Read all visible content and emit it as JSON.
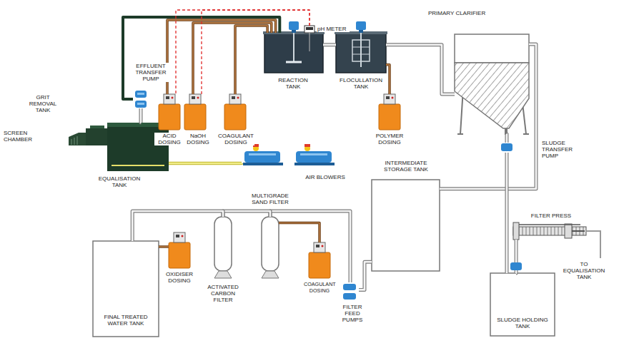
{
  "diagram": {
    "nodes": [
      {
        "text": [
          "SCREEN CHAMBER"
        ]
      },
      {
        "text": [
          "GRIT REMOVAL TANK"
        ]
      },
      {
        "text": [
          "EQUALISATION TANK"
        ]
      },
      {
        "text": [
          "EFFLUENT TRANSFER PUMP"
        ]
      },
      {
        "text": [
          "ACID DOSING"
        ]
      },
      {
        "text": [
          "NaOH DOSING"
        ]
      },
      {
        "text": [
          "COAGULANT DOSING"
        ]
      },
      {
        "text": [
          "REACTION TANK"
        ]
      },
      {
        "text": [
          "pH METER"
        ]
      },
      {
        "text": [
          "FLOCULLATION TANK"
        ]
      },
      {
        "text": [
          "POLYMER DOSING"
        ]
      },
      {
        "text": [
          "PRIMARY CLARIFIER"
        ]
      },
      {
        "text": [
          "AIR BLOWERS"
        ]
      },
      {
        "text": [
          "SLUDGE TRANSFER PUMP"
        ]
      },
      {
        "text": [
          "INTERMEDIATE STORAGE TANK"
        ]
      },
      {
        "text": [
          "FILTER PRESS"
        ]
      },
      {
        "text": [
          "SLUDGE HOLDING TANK"
        ]
      },
      {
        "text": [
          "MULTIGRADE SAND FILTER"
        ]
      },
      {
        "text": [
          "OXIDISER DOSING"
        ]
      },
      {
        "text": [
          "ACTIVATED CARBON FILTER"
        ]
      },
      {
        "text": [
          "COAGULANT DOSING"
        ]
      },
      {
        "text": [
          "FILTER FEED PUMPS"
        ]
      },
      {
        "text": [
          "FINAL TREATED WATER TANK"
        ]
      }
    ],
    "edges": [
      {
        "from": 2,
        "to": 3,
        "arrow": "none"
      },
      {
        "from": 3,
        "to": 7,
        "arrow": "none"
      },
      {
        "from": 4,
        "to": 7,
        "arrow": "none"
      },
      {
        "from": 5,
        "to": 7,
        "arrow": "none"
      },
      {
        "from": 6,
        "to": 7,
        "arrow": "none"
      },
      {
        "from": 8,
        "to": 4,
        "arrow": "none"
      },
      {
        "from": 8,
        "to": 5,
        "arrow": "none"
      },
      {
        "from": 7,
        "to": 9,
        "arrow": "none"
      },
      {
        "from": 10,
        "to": 9,
        "arrow": "none"
      },
      {
        "from": 9,
        "to": 11,
        "arrow": "none"
      },
      {
        "from": 12,
        "to": 2,
        "arrow": "none"
      },
      {
        "from": 11,
        "to": 14,
        "arrow": "none"
      },
      {
        "from": 11,
        "to": 13,
        "arrow": "none"
      },
      {
        "from": 13,
        "to": 16,
        "arrow": "none"
      },
      {
        "from": 16,
        "to": 15,
        "arrow": "none"
      },
      {
        "from": 14,
        "to": 21,
        "arrow": "none"
      },
      {
        "from": 21,
        "to": 17,
        "arrow": "none"
      },
      {
        "from": 20,
        "to": 17,
        "arrow": "none"
      },
      {
        "from": 17,
        "to": 19,
        "arrow": "none"
      },
      {
        "from": 19,
        "to": 22,
        "arrow": "none"
      },
      {
        "from": 18,
        "to": 22,
        "arrow": "none"
      }
    ],
    "labels": [
      "TO EQUALISATION TANK"
    ]
  }
}
